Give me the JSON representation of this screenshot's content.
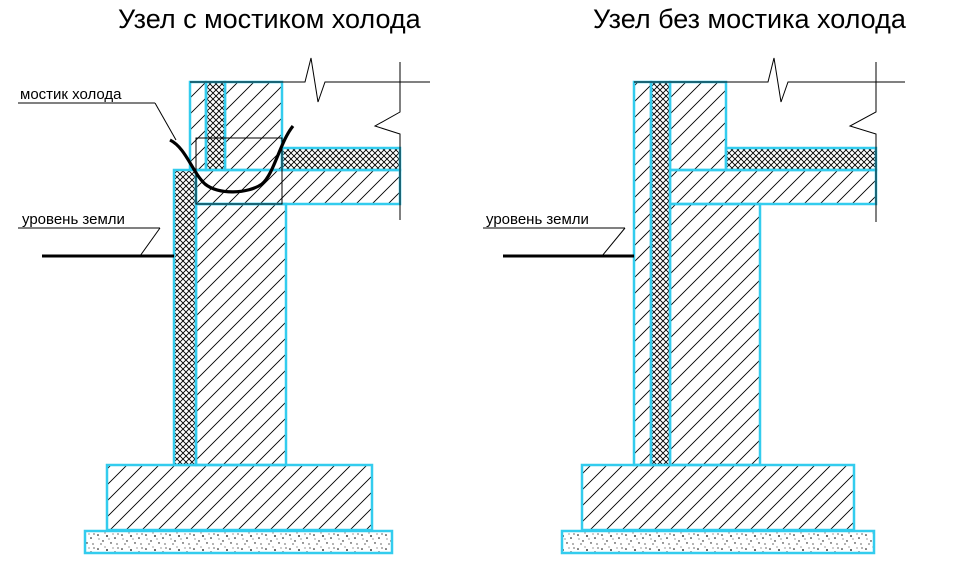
{
  "diagrams": [
    {
      "title": "Узел с мостиком холода",
      "labels": {
        "cold_bridge": "мостик холода",
        "ground_level": "уровень земли"
      }
    },
    {
      "title": "Узел без мостика холода",
      "labels": {
        "ground_level": "уровень земли"
      }
    }
  ],
  "colors": {
    "outline": "#33ccee",
    "hatch": "#000000",
    "insulation": "#000000",
    "background": "#ffffff"
  }
}
